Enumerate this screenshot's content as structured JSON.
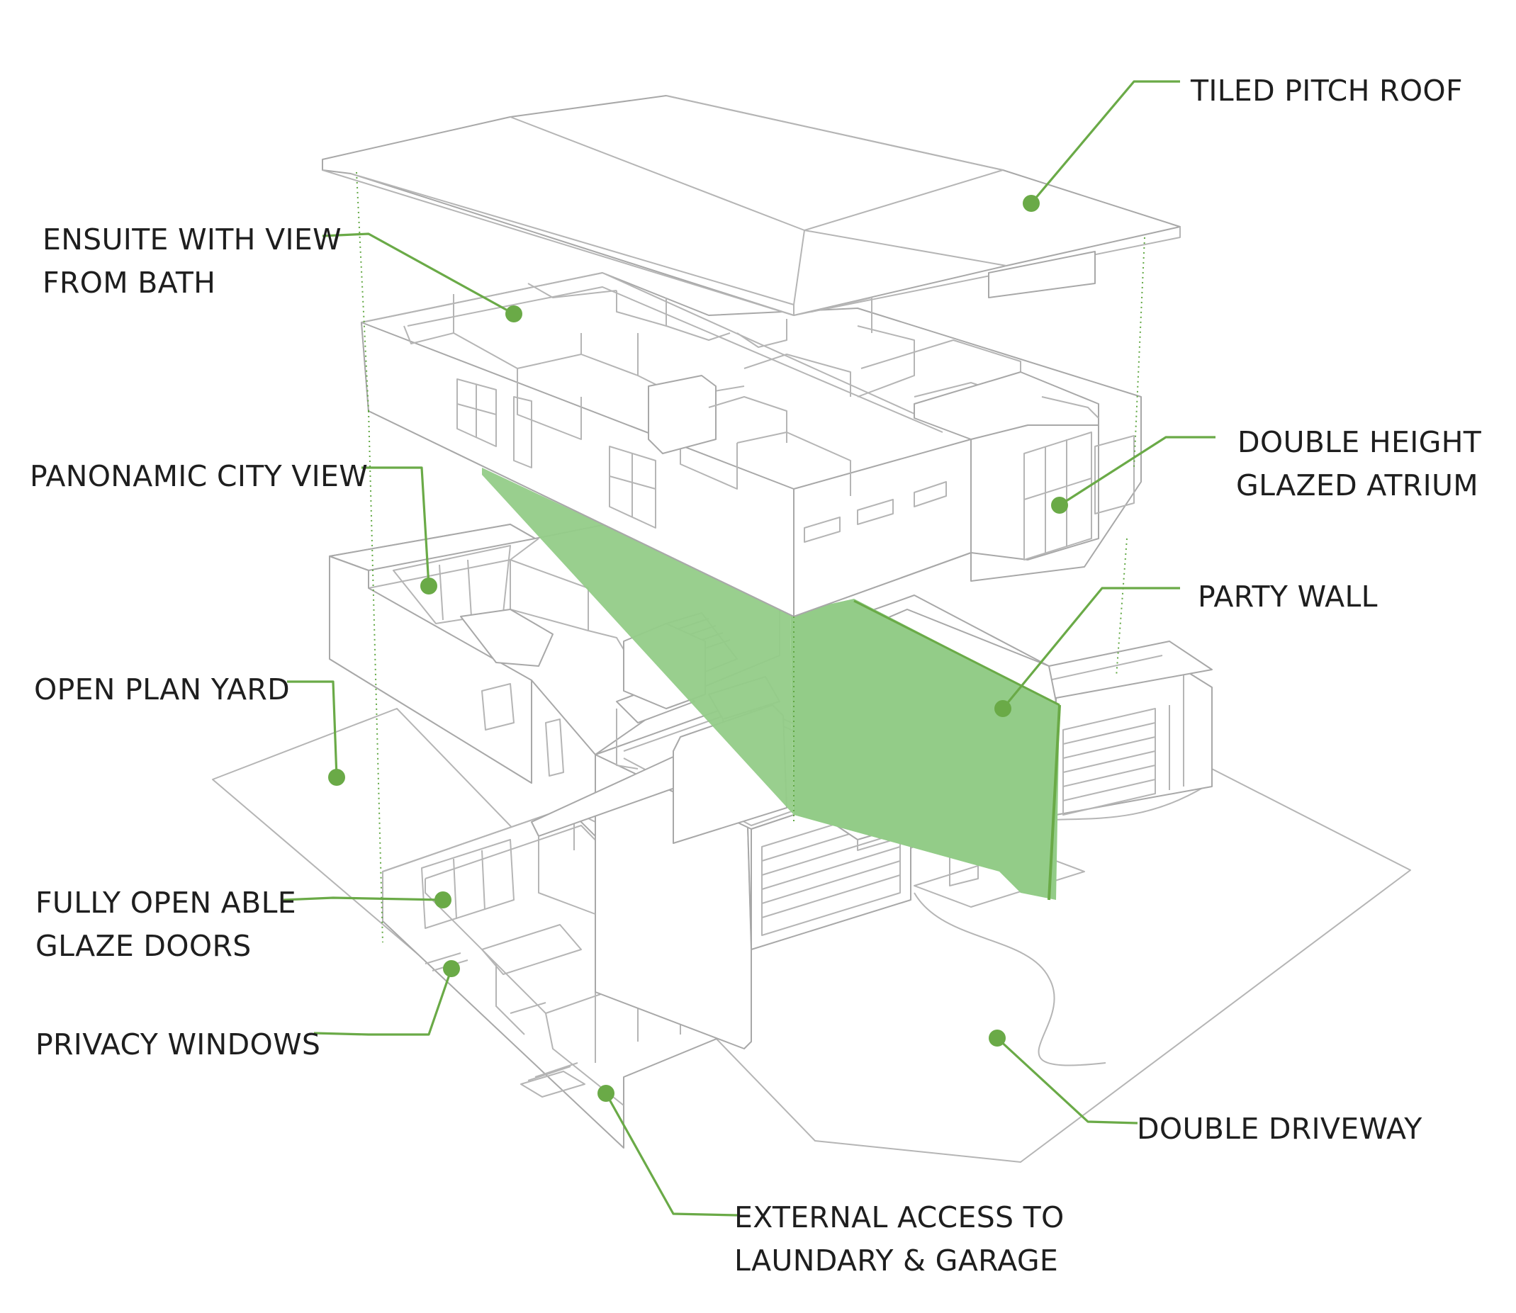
{
  "colors": {
    "accent": "#6aaa47",
    "party_wall_fill": "#93cc88",
    "linework": "#b5b5b5"
  },
  "labels": {
    "tiled_pitch_roof": "TILED PITCH ROOF",
    "ensuite_line1": "ENSUITE WITH VIEW",
    "ensuite_line2": "FROM BATH",
    "double_height_line1": "DOUBLE HEIGHT",
    "double_height_line2": "GLAZED ATRIUM",
    "panoramic_city_view": "PANONAMIC CITY VIEW",
    "party_wall": "PARTY WALL",
    "open_plan_yard": "OPEN PLAN YARD",
    "glaze_doors_line1": "FULLY OPEN ABLE",
    "glaze_doors_line2": "GLAZE DOORS",
    "privacy_windows": "PRIVACY WINDOWS",
    "double_driveway": "DOUBLE DRIVEWAY",
    "external_access_line1": "EXTERNAL ACCESS TO",
    "external_access_line2": "LAUNDARY & GARAGE"
  }
}
